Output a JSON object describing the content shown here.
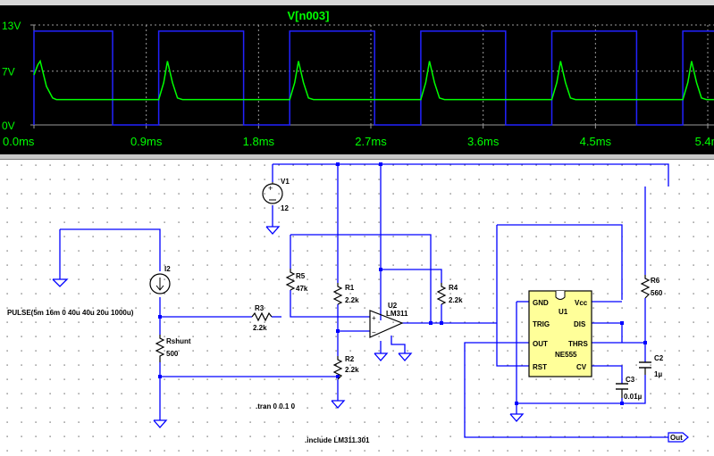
{
  "window": {
    "title": ""
  },
  "plot": {
    "trace_name": "V[n003]",
    "y_ticks": [
      "13V",
      "7V",
      "0V"
    ],
    "x_ticks": [
      "0.0ms",
      "0.9ms",
      "1.8ms",
      "2.7ms",
      "3.6ms",
      "4.5ms",
      "5.4m"
    ],
    "colors": {
      "background": "#000000",
      "trace_green": "#00ff00",
      "trace_blue": "#2222ff",
      "grid": "#9a9a9a",
      "text": "#00ff00"
    }
  },
  "chart_data": {
    "type": "line",
    "title": "V[n003]",
    "xlabel": "",
    "ylabel": "",
    "xlim": [
      0,
      5.45
    ],
    "ylim": [
      0,
      13
    ],
    "x_unit": "ms",
    "y_unit": "V",
    "series": [
      {
        "name": "V[n003]",
        "color": "#00ff00",
        "x": [
          0.0,
          0.03,
          0.05,
          0.1,
          0.15,
          0.18,
          1.0,
          1.04,
          1.07,
          1.11,
          1.15,
          1.19,
          2.05,
          2.09,
          2.12,
          2.16,
          2.2,
          2.24,
          3.1,
          3.14,
          3.17,
          3.21,
          3.25,
          3.29,
          4.15,
          4.19,
          4.22,
          4.26,
          4.3,
          4.34,
          5.2,
          5.24,
          5.27,
          5.31,
          5.35,
          5.39,
          5.45
        ],
        "y": [
          6.5,
          7.8,
          8.3,
          5.0,
          3.5,
          3.3,
          3.3,
          5.5,
          8.3,
          5.5,
          3.5,
          3.3,
          3.3,
          5.5,
          8.3,
          5.5,
          3.5,
          3.3,
          3.3,
          5.5,
          8.3,
          5.5,
          3.5,
          3.3,
          3.3,
          5.5,
          8.3,
          5.5,
          3.5,
          3.3,
          3.3,
          5.5,
          8.3,
          5.5,
          3.5,
          3.3,
          3.3
        ]
      },
      {
        "name": "",
        "color": "#2222ff",
        "x": [
          0.0,
          0.0,
          0.63,
          0.63,
          1.0,
          1.0,
          1.68,
          1.68,
          2.05,
          2.05,
          2.73,
          2.73,
          3.1,
          3.1,
          3.78,
          3.78,
          4.15,
          4.15,
          4.83,
          4.83,
          5.2,
          5.2,
          5.45
        ],
        "y": [
          0,
          12.2,
          12.2,
          0,
          0,
          12.2,
          12.2,
          0,
          0,
          12.2,
          12.2,
          0,
          0,
          12.2,
          12.2,
          0,
          0,
          12.2,
          12.2,
          0,
          0,
          12.2,
          12.2
        ]
      }
    ]
  },
  "schematic": {
    "v1": {
      "name": "V1",
      "value": "12"
    },
    "i2": {
      "name": "I2",
      "value": "PULSE(5m 16m 0 40u 40u 20u 1000u)"
    },
    "rshunt": {
      "name": "Rshunt",
      "value": "500"
    },
    "r1": {
      "name": "R1",
      "value": "2.2k"
    },
    "r2": {
      "name": "R2",
      "value": "2.2k"
    },
    "r3": {
      "name": "R3",
      "value": "2.2k"
    },
    "r4": {
      "name": "R4",
      "value": "2.2k"
    },
    "r5": {
      "name": "R5",
      "value": "47k"
    },
    "r6": {
      "name": "R6",
      "value": "560"
    },
    "u2": {
      "name": "U2",
      "value": "LM311"
    },
    "u1": {
      "name": "U1",
      "value": "NE555",
      "pins": {
        "gnd": "GND",
        "trig": "TRIG",
        "out": "OUT",
        "rst": "RST",
        "vcc": "Vcc",
        "dis": "DIS",
        "thrs": "THRS",
        "cv": "CV"
      }
    },
    "c2": {
      "name": "C2",
      "value": "1µ"
    },
    "c3": {
      "name": "C3",
      "value": "0.01µ"
    },
    "directives": {
      "tran": ".tran 0 0.1 0",
      "include": ".include LM311.301"
    },
    "out_port": "Out"
  }
}
